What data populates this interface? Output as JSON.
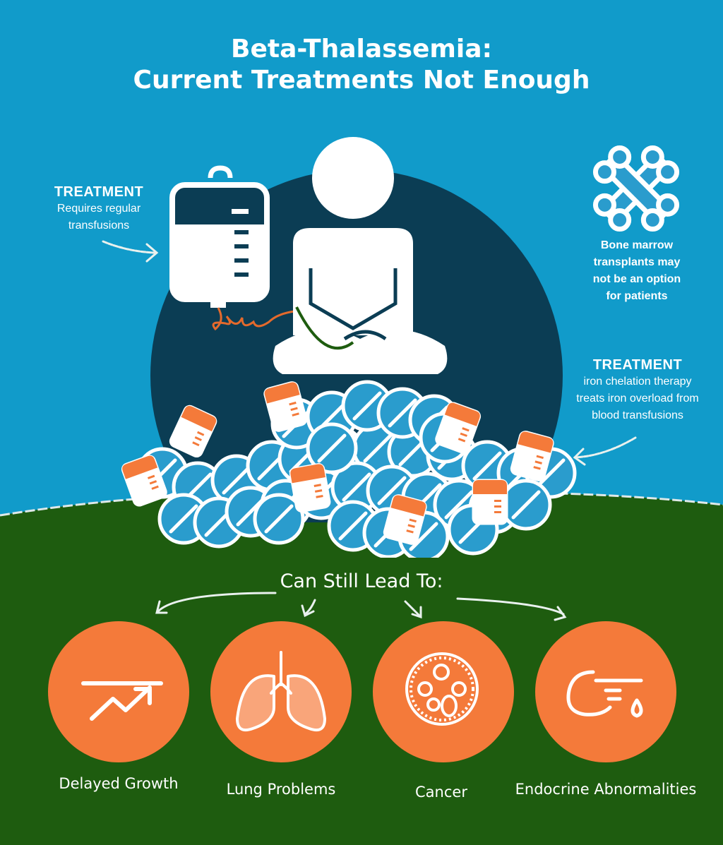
{
  "title": {
    "line1": "Beta-Thalassemia:",
    "line2": "Current Treatments Not Enough"
  },
  "treatment_left": {
    "heading": "TREATMENT",
    "line1": "Requires regular",
    "line2": "transfusions"
  },
  "bone_marrow": {
    "line1": "Bone marrow",
    "line2": "transplants may",
    "line3": "not be an option",
    "line4": "for patients"
  },
  "treatment_right": {
    "heading": "TREATMENT",
    "line1": "iron chelation therapy",
    "line2": "treats iron overload from",
    "line3": "blood transfusions"
  },
  "lead_text": "Can Still Lead To:",
  "conditions": [
    {
      "label": "Delayed Growth",
      "icon": "rising-trend-icon"
    },
    {
      "label": "Lung Problems",
      "icon": "lungs-icon"
    },
    {
      "label": "Cancer",
      "icon": "cell-icon"
    },
    {
      "label": "Endocrine Abnormalities",
      "icon": "hand-drop-icon"
    }
  ],
  "colors": {
    "sky": "#119bca",
    "grass": "#1e5c0f",
    "navy": "#0b3d54",
    "orange": "#f47a3a",
    "pill": "#2a9ccd"
  }
}
